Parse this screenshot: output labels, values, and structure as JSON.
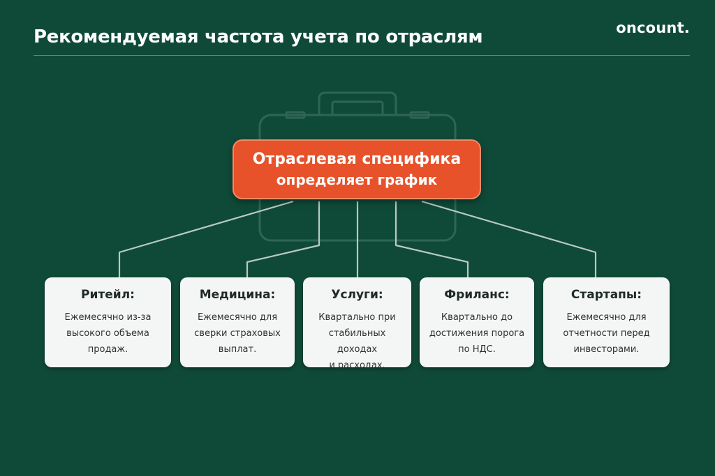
{
  "header": {
    "title": "Рекомендуемая частота учета по отраслям",
    "brand": "oncount."
  },
  "diagram": {
    "central": {
      "line1": "Отраслевая специфика",
      "line2": "определяет график",
      "color": "#e7522a"
    },
    "background_icon": "briefcase-icon",
    "cards": [
      {
        "title": "Ритейл:",
        "text": "Ежемесячно из-за\nвысокого объема\nпродаж."
      },
      {
        "title": "Медицина:",
        "text": "Ежемесячно для\nсверки страховых\nвыплат."
      },
      {
        "title": "Услуги:",
        "text": "Квартально при\nстабильных доходах\nи расходах."
      },
      {
        "title": "Фриланс:",
        "text": "Квартально до\nдостижения порога\nпо НДС."
      },
      {
        "title": "Стартапы:",
        "text": "Ежемесячно для\nотчетности перед\nинвесторами."
      }
    ]
  },
  "colors": {
    "background": "#0f4a38",
    "accent": "#e7522a",
    "card": "#f4f6f5",
    "connector": "#b9c9c2"
  }
}
